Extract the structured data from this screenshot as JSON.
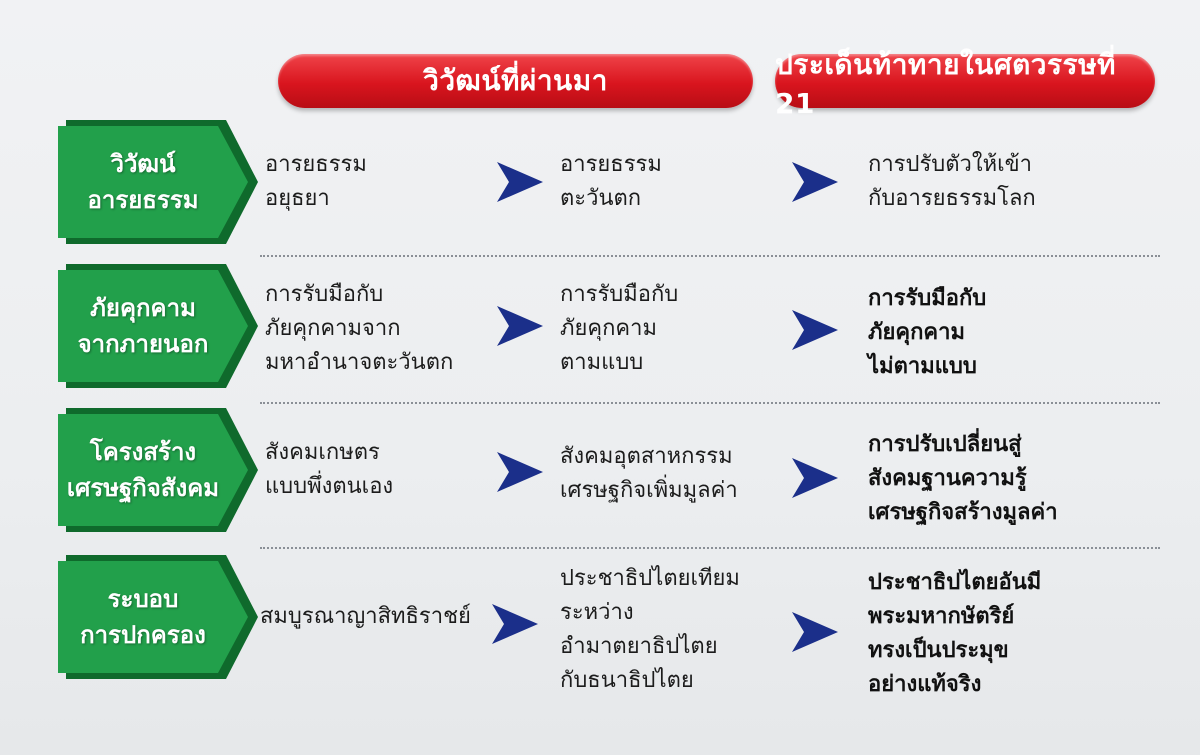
{
  "header": {
    "col_evolution": "วิวัฒน์ที่ผ่านมา",
    "col_challenge": "ประเด็นท้าทายในศตวรรษที่ 21"
  },
  "rows": [
    {
      "label": [
        "วิวัฒน์",
        "อารยธรรม"
      ],
      "c1": [
        "อารยธรรม",
        "อยุธยา"
      ],
      "c2": [
        "อารยธรรม",
        "ตะวันตก"
      ],
      "c3": [
        "การปรับตัวให้เข้า",
        "กับอารยธรรมโลก"
      ]
    },
    {
      "label": [
        "ภัยคุกคาม",
        "จากภายนอก"
      ],
      "c1": [
        "การรับมือกับ",
        "ภัยคุกคามจาก",
        "มหาอำนาจตะวันตก"
      ],
      "c2": [
        "การรับมือกับ",
        "ภัยคุกคาม",
        "ตามแบบ"
      ],
      "c3": [
        "การรับมือกับ",
        "ภัยคุกคาม",
        "ไม่ตามแบบ"
      ]
    },
    {
      "label": [
        "โครงสร้าง",
        "เศรษฐกิจสังคม"
      ],
      "c1": [
        "สังคมเกษตร",
        "แบบพึ่งตนเอง"
      ],
      "c2": [
        "สังคมอุตสาหกรรม",
        "เศรษฐกิจเพิ่มมูลค่า"
      ],
      "c3": [
        "การปรับเปลี่ยนสู่",
        "สังคมฐานความรู้",
        "เศรษฐกิจสร้างมูลค่า"
      ]
    },
    {
      "label": [
        "ระบอบ",
        "การปกครอง"
      ],
      "c1": [
        "สมบูรณาญาสิทธิราชย์"
      ],
      "c2": [
        "ประชาธิปไตยเทียม",
        "ระหว่าง",
        "อำมาตยาธิปไตย",
        "กับธนาธิปไตย"
      ],
      "c3": [
        "ประชาธิปไตยอันมี",
        "พระมหากษัตริย์",
        "ทรงเป็นประมุข",
        "อย่างแท้จริง"
      ]
    }
  ],
  "colors": {
    "header_red": "#d9151e",
    "tag_green": "#1f9a47",
    "arrow_blue": "#1b2f8a"
  }
}
